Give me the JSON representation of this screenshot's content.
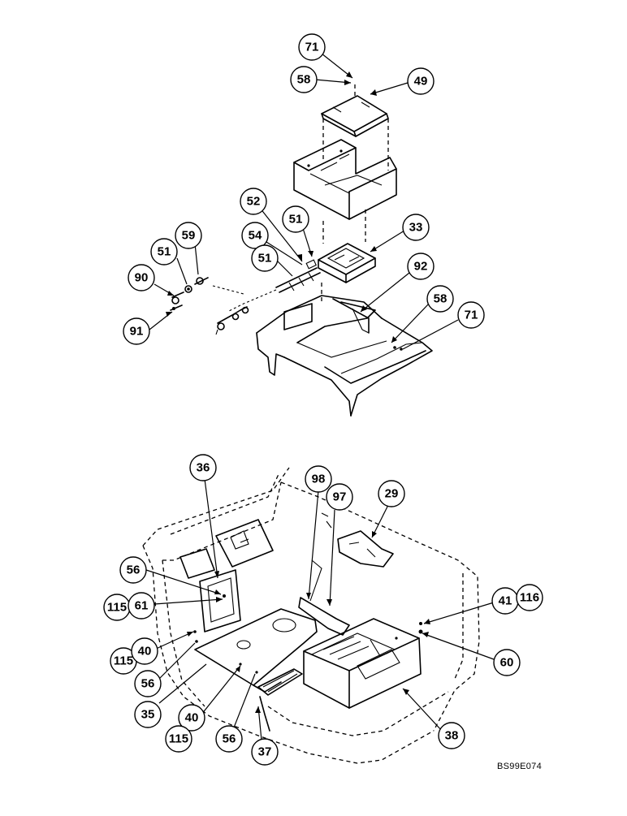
{
  "drawing_code": "BS99E074",
  "callouts": {
    "c71_top": "71",
    "c58_top": "58",
    "c49": "49",
    "c52": "52",
    "c51_a": "51",
    "c59": "59",
    "c51_b": "51",
    "c54": "54",
    "c33": "33",
    "c90": "90",
    "c51_c": "51",
    "c92": "92",
    "c58_mid": "58",
    "c71_mid": "71",
    "c91": "91",
    "c36": "36",
    "c98": "98",
    "c97": "97",
    "c29": "29",
    "c56_a": "56",
    "c115_a": "115",
    "c61": "61",
    "c41": "41",
    "c116": "116",
    "c115_b": "115",
    "c40_a": "40",
    "c60": "60",
    "c56_b": "56",
    "c35": "35",
    "c40_b": "40",
    "c115_c": "115",
    "c56_c": "56",
    "c37": "37",
    "c38": "38"
  }
}
